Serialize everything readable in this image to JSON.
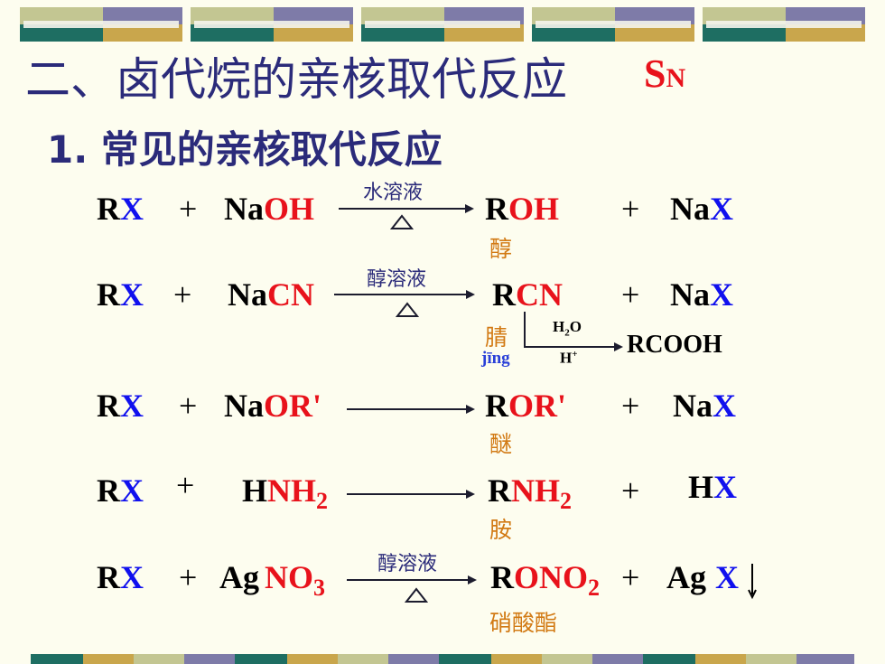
{
  "title": {
    "main": "二、卤代烷的亲核取代反应",
    "sn_s": "S",
    "sn_n": "N"
  },
  "subtitle": "1. 常见的亲核取代反应",
  "rows": [
    {
      "r": "R",
      "x": "X",
      "plus": "+",
      "na": "Na",
      "reagent": "OH",
      "cond": "水溶液",
      "product_r": "R",
      "product_grp": "OH",
      "plus2": "+",
      "na2": "Na",
      "x2": "X",
      "name": "醇"
    },
    {
      "r": "R",
      "x": "X",
      "plus": "+",
      "na": "Na",
      "reagent": "CN",
      "cond": "醇溶液",
      "product_r": "R",
      "product_grp": "CN",
      "plus2": "+",
      "na2": "Na",
      "x2": "X",
      "name": "腈",
      "pinyin": "jīng",
      "h2o_h": "H",
      "h2o_2": "2",
      "h2o_o": "O",
      "hplus_h": "H",
      "hplus_sign": "+",
      "rcooh": "RCOOH"
    },
    {
      "r": "R",
      "x": "X",
      "plus": "+",
      "na": "Na",
      "reagent": "OR'",
      "product_r": "R",
      "product_grp": "OR'",
      "plus2": "+",
      "na2": "Na",
      "x2": "X",
      "name": "醚"
    },
    {
      "r": "R",
      "x": "X",
      "plus": "+",
      "na": "H",
      "reagent": "NH",
      "reagent_sub": "2",
      "product_r": "R",
      "product_grp": "NH",
      "product_sub": "2",
      "plus2": "+",
      "na2": "H",
      "x2": "X",
      "name": "胺"
    },
    {
      "r": "R",
      "x": "X",
      "plus": "+",
      "na": "Ag",
      "reagent": "NO",
      "reagent_sub": "3",
      "cond": "醇溶液",
      "product_r": "R",
      "product_grp": "ONO",
      "product_sub": "2",
      "plus2": "+",
      "na2": "Ag",
      "x2": "X",
      "name": "硝酸酯"
    }
  ]
}
